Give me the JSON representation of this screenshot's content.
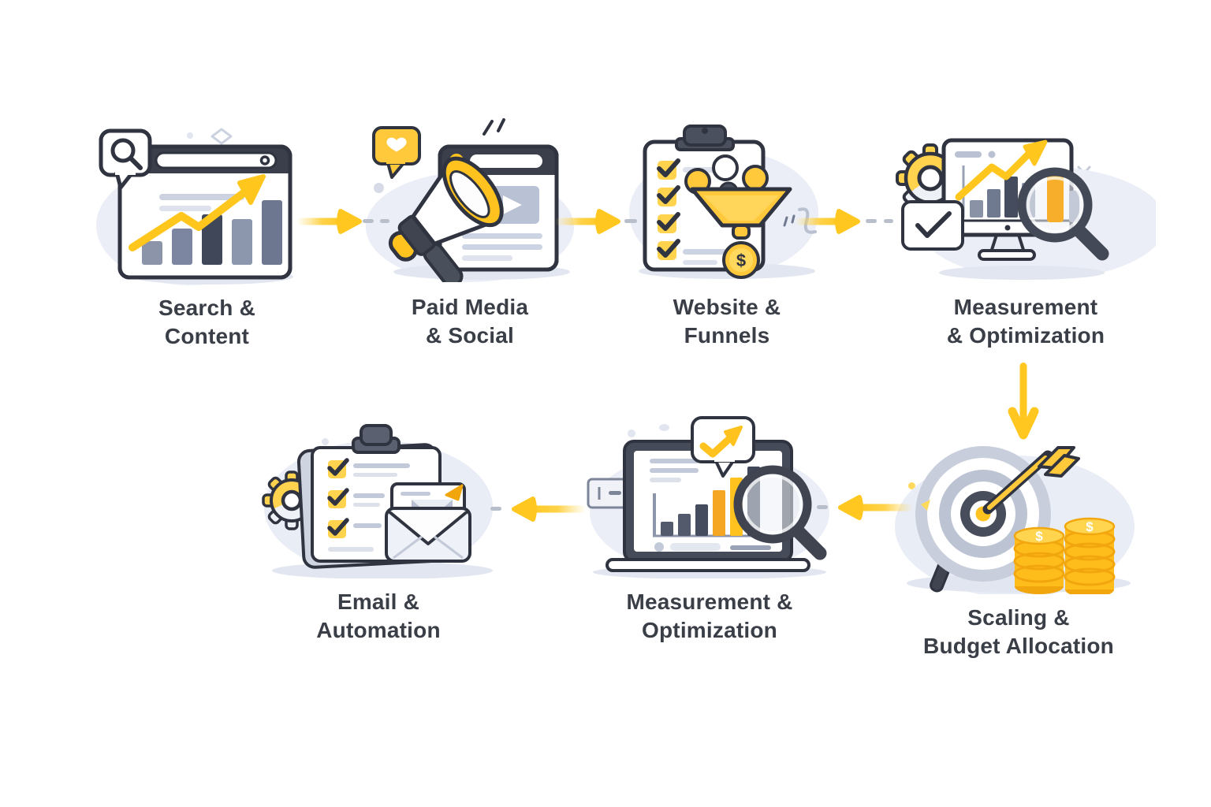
{
  "diagram": {
    "title_visible": false,
    "coin_symbol": "$",
    "palette": {
      "background": "#FFFFFF",
      "accent_yellow": "#FFC71F",
      "accent_yellow_deep": "#F2A60E",
      "outline_dark": "#2F3440",
      "slate_dark": "#454C5E",
      "slate_mid": "#6F7990",
      "slate_light": "#8A95AA",
      "line_gray": "#C6CDDB",
      "blob_gray": "#EBEEF6",
      "dash_gray": "#B8BFCB",
      "label_text": "#3A3E47"
    },
    "steps": [
      {
        "id": 1,
        "icon": "browser-search-chart-icon",
        "label1": "Search &",
        "label2": "Content"
      },
      {
        "id": 2,
        "icon": "megaphone-social-page-icon",
        "label1": "Paid Media",
        "label2": "& Social"
      },
      {
        "id": 3,
        "icon": "checklist-funnel-coin-icon",
        "label1": "Website &",
        "label2": "Funnels"
      },
      {
        "id": 4,
        "icon": "monitor-gear-magnifier-icon",
        "label1": "Measurement",
        "label2": "& Optimization"
      },
      {
        "id": 5,
        "icon": "target-dart-coins-icon",
        "label1": "Scaling &",
        "label2": "Budget Allocation"
      },
      {
        "id": 6,
        "icon": "laptop-chart-magnifier-icon",
        "label1": "Measurement &",
        "label2": "Optimization"
      },
      {
        "id": 7,
        "icon": "clipboard-email-gear-icon",
        "label1": "Email &",
        "label2": "Automation"
      }
    ],
    "connections": [
      {
        "from": 1,
        "to": 2,
        "direction": "right"
      },
      {
        "from": 2,
        "to": 3,
        "direction": "right"
      },
      {
        "from": 3,
        "to": 4,
        "direction": "right"
      },
      {
        "from": 4,
        "to": 5,
        "direction": "down"
      },
      {
        "from": 5,
        "to": 6,
        "direction": "left"
      },
      {
        "from": 6,
        "to": 7,
        "direction": "left"
      }
    ]
  }
}
